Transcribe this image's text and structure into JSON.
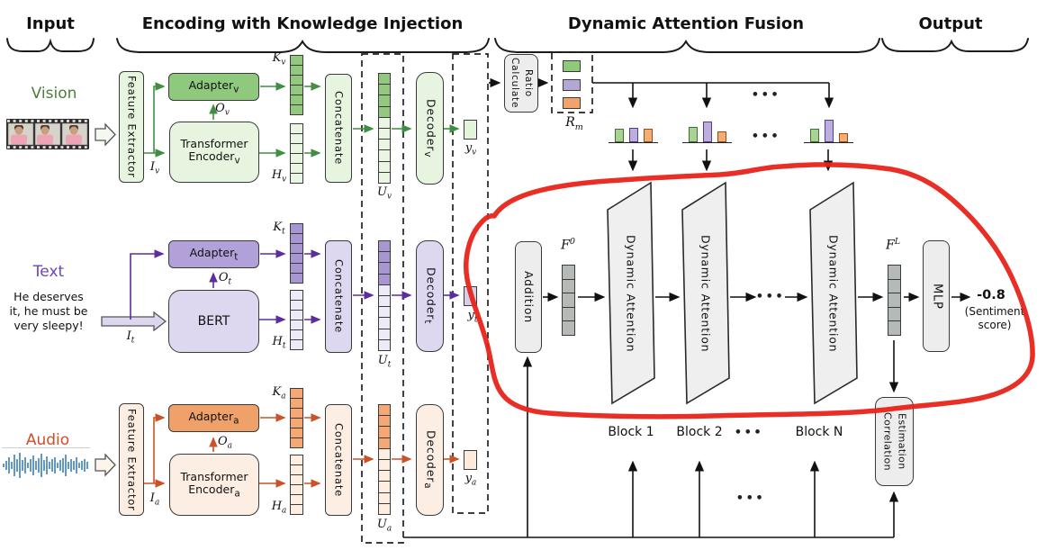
{
  "headers": {
    "input": "Input",
    "encoding": "Encoding with Knowledge Injection",
    "fusion": "Dynamic Attention Fusion",
    "output": "Output"
  },
  "misc": {
    "dots": "•••"
  },
  "vision": {
    "label": "Vision",
    "feature_extractor": "Feature Extractor",
    "adapter": {
      "base": "Adapter",
      "sub": "v"
    },
    "encoder_line1": "Transformer",
    "encoder_line2": {
      "base": "Encoder",
      "sub": "v"
    },
    "concatenate": "Concatenate",
    "decoder": {
      "base": "Decoder",
      "sub": "v"
    },
    "sym": {
      "I": {
        "base": "I",
        "sub": "v"
      },
      "O": {
        "base": "O",
        "sub": "v"
      },
      "K": {
        "base": "K",
        "sub": "v"
      },
      "H": {
        "base": "H",
        "sub": "v"
      },
      "U": {
        "base": "U",
        "sub": "v"
      },
      "y": {
        "base": "y",
        "sub": "v"
      }
    }
  },
  "text": {
    "label": "Text",
    "sentence_line1": "He deserves",
    "sentence_line2": "it, he must be",
    "sentence_line3": "very sleepy!",
    "adapter": {
      "base": "Adapter",
      "sub": "t"
    },
    "encoder": "BERT",
    "concatenate": "Concatenate",
    "decoder": {
      "base": "Decoder",
      "sub": "t"
    },
    "sym": {
      "I": {
        "base": "I",
        "sub": "t"
      },
      "O": {
        "base": "O",
        "sub": "t"
      },
      "K": {
        "base": "K",
        "sub": "t"
      },
      "H": {
        "base": "H",
        "sub": "t"
      },
      "U": {
        "base": "U",
        "sub": "t"
      },
      "y": {
        "base": "y",
        "sub": "t"
      }
    }
  },
  "audio": {
    "label": "Audio",
    "feature_extractor": "Feature Extractor",
    "adapter": {
      "base": "Adapter",
      "sub": "a"
    },
    "encoder_line1": "Transformer",
    "encoder_line2": {
      "base": "Encoder",
      "sub": "a"
    },
    "concatenate": "Concatenate",
    "decoder": {
      "base": "Decoder",
      "sub": "a"
    },
    "sym": {
      "I": {
        "base": "I",
        "sub": "a"
      },
      "O": {
        "base": "O",
        "sub": "a"
      },
      "K": {
        "base": "K",
        "sub": "a"
      },
      "H": {
        "base": "H",
        "sub": "a"
      },
      "U": {
        "base": "U",
        "sub": "a"
      },
      "y": {
        "base": "y",
        "sub": "a"
      }
    }
  },
  "fusion": {
    "calc_ratio_line1": "Calculate",
    "calc_ratio_line2": "Ratio",
    "ratio_sym": {
      "base": "R",
      "sub": "m"
    },
    "addition": "Addition",
    "f0": {
      "base": "F",
      "sup": "0"
    },
    "fl": {
      "base": "F",
      "sup": "L"
    },
    "dynamic_attention": "Dynamic Attention",
    "block1": "Block 1",
    "block2": "Block 2",
    "blockN": "Block N",
    "weight_bars": [
      [
        15,
        16,
        15
      ],
      [
        17,
        23,
        12
      ],
      [
        15,
        25,
        10
      ]
    ],
    "mlp": "MLP"
  },
  "output": {
    "score": "-0.8",
    "caption_line1": "(Sentiment",
    "caption_line2": "score)",
    "correlation_line1": "Correlation",
    "correlation_line2": "Estimation"
  },
  "colors": {
    "vision_accent": "#3f8e41",
    "vision_fill_strong": "#8fc97d",
    "vision_fill_light": "#e7f4df",
    "text_accent": "#5c2d9e",
    "text_fill_strong": "#b2a0d9",
    "text_fill_light": "#ddd8f0",
    "audio_accent": "#cb5227",
    "audio_fill_strong": "#f0a169",
    "audio_fill_light": "#fdeee3",
    "neutral_box": "#ededed",
    "feature_vector_gray": "#b6bab6",
    "annotation_red": "#e8231a",
    "vision_label": "#4e7e3e",
    "text_label": "#6b46b8",
    "audio_label": "#d14e26",
    "waveform_blue": "#2e77ad"
  }
}
